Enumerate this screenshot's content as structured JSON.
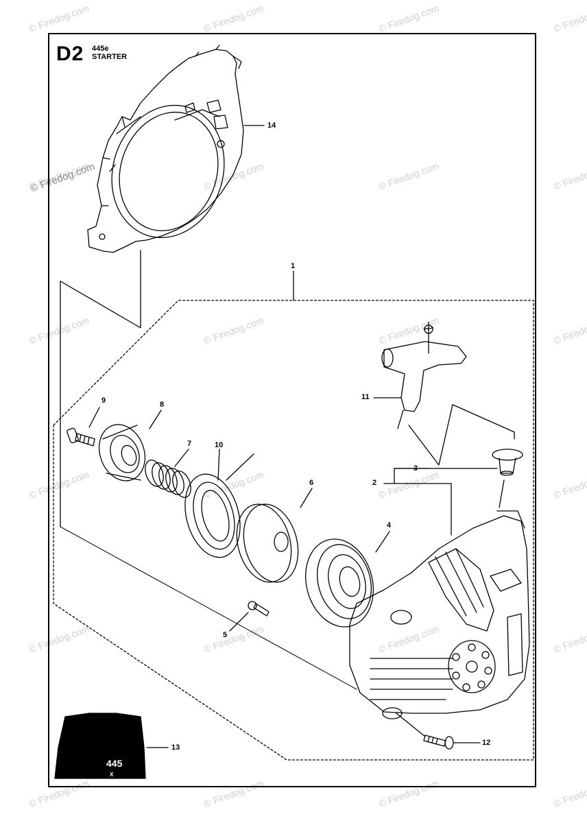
{
  "header": {
    "page_code": "D2",
    "model": "445e",
    "title": "STARTER"
  },
  "watermark": {
    "text": "© Firedog.com"
  },
  "parts": [
    {
      "number": "1"
    },
    {
      "number": "2"
    },
    {
      "number": "3"
    },
    {
      "number": "4"
    },
    {
      "number": "5"
    },
    {
      "number": "6"
    },
    {
      "number": "7"
    },
    {
      "number": "8"
    },
    {
      "number": "9"
    },
    {
      "number": "10"
    },
    {
      "number": "11"
    },
    {
      "number": "12"
    },
    {
      "number": "13"
    },
    {
      "number": "14"
    }
  ],
  "decal": {
    "model_text": "445",
    "suffix_text": "X"
  }
}
